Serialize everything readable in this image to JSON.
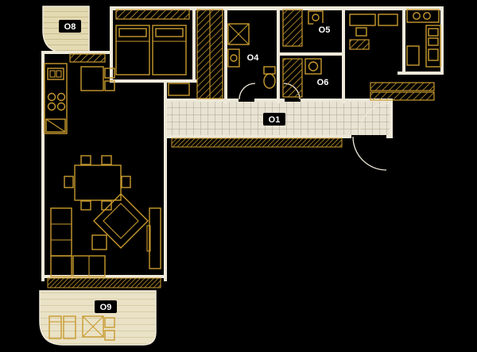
{
  "title": "apartment-floor-plan",
  "palette": {
    "background": "#000000",
    "wall": "#efe9da",
    "furniture": "#c89a2f",
    "balconyFill": "#e4dab2",
    "terraceFill": "#eae2c6",
    "tileFill": "#e8e3d3",
    "tileLine": "#a9a394",
    "labelBg": "#000000",
    "labelText": "#ffffff"
  },
  "rooms": {
    "o1": {
      "label": "O1",
      "type": "corridor"
    },
    "o4": {
      "label": "O4",
      "type": "bathroom"
    },
    "o5": {
      "label": "O5",
      "type": "room"
    },
    "o6": {
      "label": "O6",
      "type": "room"
    },
    "o8": {
      "label": "O8",
      "type": "balcony"
    },
    "o9": {
      "label": "O9",
      "type": "terrace"
    }
  }
}
